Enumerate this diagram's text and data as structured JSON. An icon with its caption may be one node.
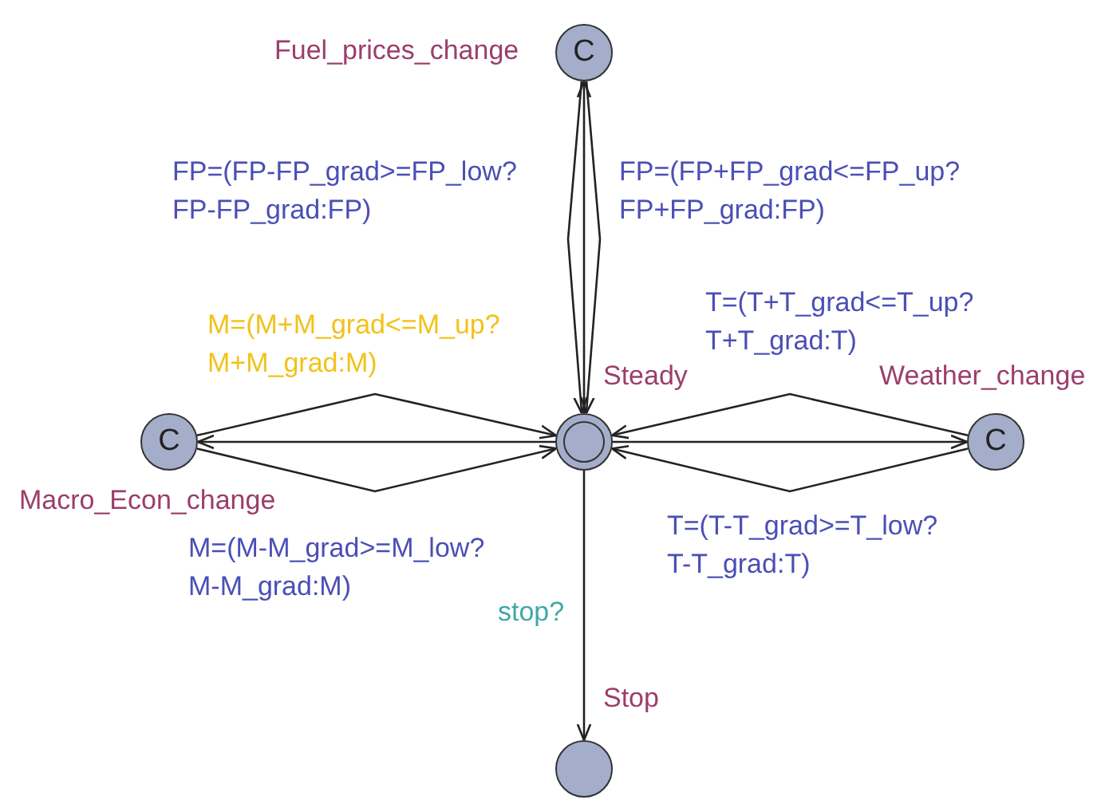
{
  "diagram": {
    "nodes": [
      {
        "text": [
          "C"
        ],
        "beside": [
          "Fuel_prices_change"
        ]
      },
      {
        "text": [],
        "shape": "circle",
        "beside": [
          "Steady"
        ]
      },
      {
        "text": [
          "C"
        ],
        "beside": [
          "Macro_Econ_change"
        ]
      },
      {
        "text": [
          "C"
        ],
        "beside": [
          "Weather_change"
        ]
      },
      {
        "text": [],
        "shape": "circle",
        "beside": [
          "Stop"
        ]
      }
    ],
    "edges": [
      {
        "from": 1,
        "to": 0,
        "arrow": "to"
      },
      {
        "from": 0,
        "to": 1,
        "arrow": "to",
        "label": "FP=(FP-FP_grad>=FP_low? FP-FP_grad:FP)"
      },
      {
        "from": 0,
        "to": 1,
        "arrow": "to",
        "label": "FP=(FP+FP_grad<=FP_up? FP+FP_grad:FP)"
      },
      {
        "from": 1,
        "to": 2,
        "arrow": "to"
      },
      {
        "from": 2,
        "to": 1,
        "arrow": "to",
        "label": "M=(M+M_grad<=M_up? M+M_grad:M)"
      },
      {
        "from": 2,
        "to": 1,
        "arrow": "to",
        "label": "M=(M-M_grad>=M_low? M-M_grad:M)"
      },
      {
        "from": 1,
        "to": 3,
        "arrow": "to"
      },
      {
        "from": 3,
        "to": 1,
        "arrow": "to",
        "label": "T=(T+T_grad<=T_up? T+T_grad:T)"
      },
      {
        "from": 3,
        "to": 1,
        "arrow": "to",
        "label": "T=(T-T_grad>=T_low? T-T_grad:T)"
      },
      {
        "from": 1,
        "to": 4,
        "arrow": "to",
        "label": "stop?"
      }
    ]
  }
}
